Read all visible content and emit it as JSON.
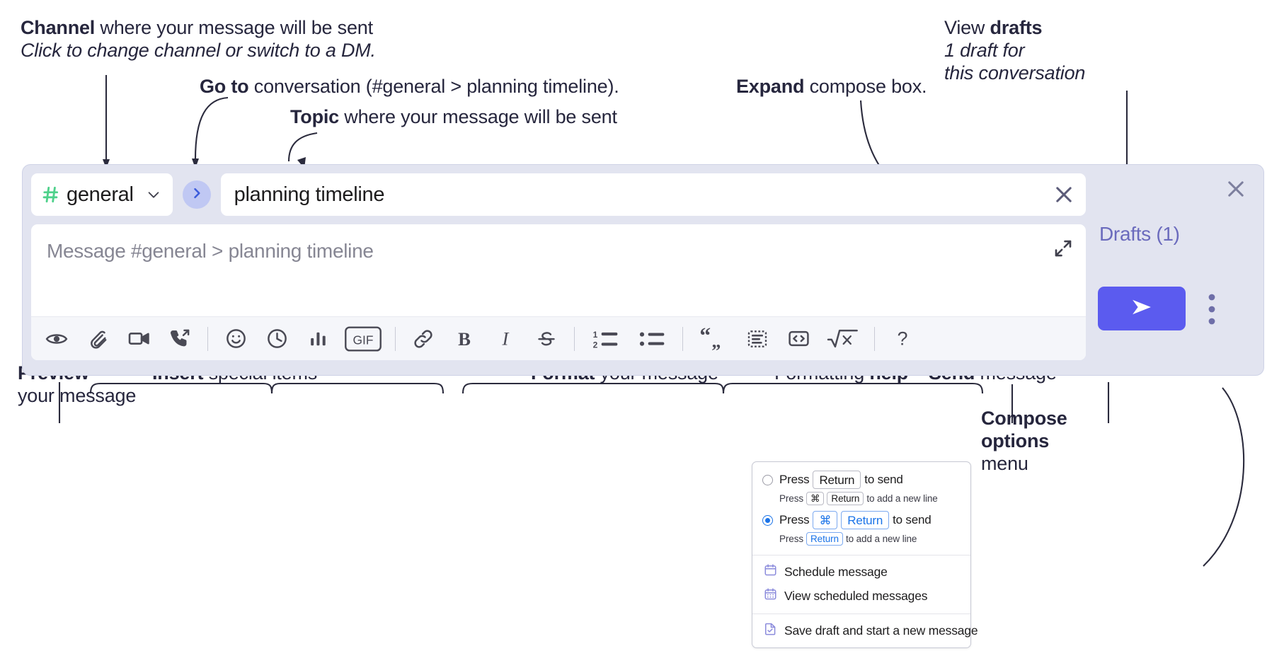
{
  "annotations": {
    "channel": {
      "line1_bold": "Channel",
      "line1_rest": " where your message will be sent",
      "line2_italic": "Click to change channel or switch to a DM."
    },
    "goto": {
      "bold": "Go to",
      "rest": " conversation (#general > planning timeline)."
    },
    "topic": {
      "bold": "Topic",
      "rest": " where your message will be sent"
    },
    "expand": {
      "bold": "Expand",
      "rest": " compose box."
    },
    "drafts": {
      "line1_plain": "View ",
      "line1_bold": "drafts",
      "line2_italic": "1 draft for",
      "line3_italic": "this conversation"
    },
    "preview": {
      "bold": "Preview",
      "rest": "your message"
    },
    "insert": {
      "bold": "Insert",
      "rest": " special items"
    },
    "format": {
      "bold": "Format",
      "rest": " your message"
    },
    "help": {
      "plain": "Formatting ",
      "bold": "help"
    },
    "send": {
      "bold": "Send",
      "rest": " message"
    },
    "compose_options": {
      "line1": "Compose",
      "line2": "options",
      "line3": "menu"
    }
  },
  "compose": {
    "channel_name": "general",
    "hash_icon": "hash-icon",
    "chevron_icon": "chevron-down-icon",
    "goto_icon": "chevron-right-icon",
    "topic_value": "planning timeline",
    "topic_clear_icon": "close-icon",
    "message_placeholder": "Message #general > planning timeline",
    "expand_icon": "expand-icon",
    "close_icon": "close-icon",
    "drafts_label": "Drafts (1)",
    "send_icon": "send-icon",
    "kebab_icon": "kebab-menu-icon",
    "toolbar": [
      {
        "name": "preview-button",
        "icon": "eye-icon"
      },
      {
        "name": "attach-button",
        "icon": "paperclip-icon"
      },
      {
        "name": "video-clip-button",
        "icon": "video-camera-icon"
      },
      {
        "name": "audio-clip-button",
        "icon": "phone-forward-icon"
      },
      {
        "name": "emoji-button",
        "icon": "smiley-icon"
      },
      {
        "name": "reminder-button",
        "icon": "clock-icon"
      },
      {
        "name": "poll-button",
        "icon": "bar-chart-icon"
      },
      {
        "name": "gif-button",
        "icon": "gif-icon"
      },
      {
        "name": "link-button",
        "icon": "link-icon"
      },
      {
        "name": "bold-button",
        "icon": "bold-icon"
      },
      {
        "name": "italic-button",
        "icon": "italic-icon"
      },
      {
        "name": "strikethrough-button",
        "icon": "strikethrough-icon"
      },
      {
        "name": "ordered-list-button",
        "icon": "ordered-list-icon"
      },
      {
        "name": "bulleted-list-button",
        "icon": "bulleted-list-icon"
      },
      {
        "name": "blockquote-button",
        "icon": "quote-icon"
      },
      {
        "name": "code-block-button",
        "icon": "code-block-icon"
      },
      {
        "name": "code-button",
        "icon": "code-brackets-icon"
      },
      {
        "name": "latex-button",
        "icon": "square-root-icon"
      },
      {
        "name": "formatting-help-button",
        "icon": "question-mark-icon"
      }
    ],
    "gif_label": "GIF"
  },
  "popup": {
    "option1": {
      "prefix": "Press",
      "key": "Return",
      "suffix": "to send",
      "sub_prefix": "Press",
      "sub_key1": "⌘",
      "sub_key2": "Return",
      "sub_suffix": "to add a new line",
      "selected": false
    },
    "option2": {
      "prefix": "Press",
      "key1": "⌘",
      "key2": "Return",
      "suffix": "to send",
      "sub_prefix": "Press",
      "sub_key": "Return",
      "sub_suffix": "to add a new line",
      "selected": true
    },
    "items": [
      {
        "label": "Schedule message",
        "icon": "calendar-clock-icon",
        "name": "schedule-message-item"
      },
      {
        "label": "View scheduled messages",
        "icon": "calendar-grid-icon",
        "name": "view-scheduled-messages-item"
      },
      {
        "label": "Save draft and start a new message",
        "icon": "document-check-icon",
        "name": "save-draft-item"
      }
    ]
  },
  "colors": {
    "compose_bg": "#e2e4f0",
    "send_button": "#5b5bef",
    "hash_green": "#4fd18b",
    "goto_circle": "#c0c8f3",
    "drafts_text": "#6b6bbd",
    "accent_blue": "#1a73e8",
    "menu_icon_purple": "#8b8bdc"
  }
}
